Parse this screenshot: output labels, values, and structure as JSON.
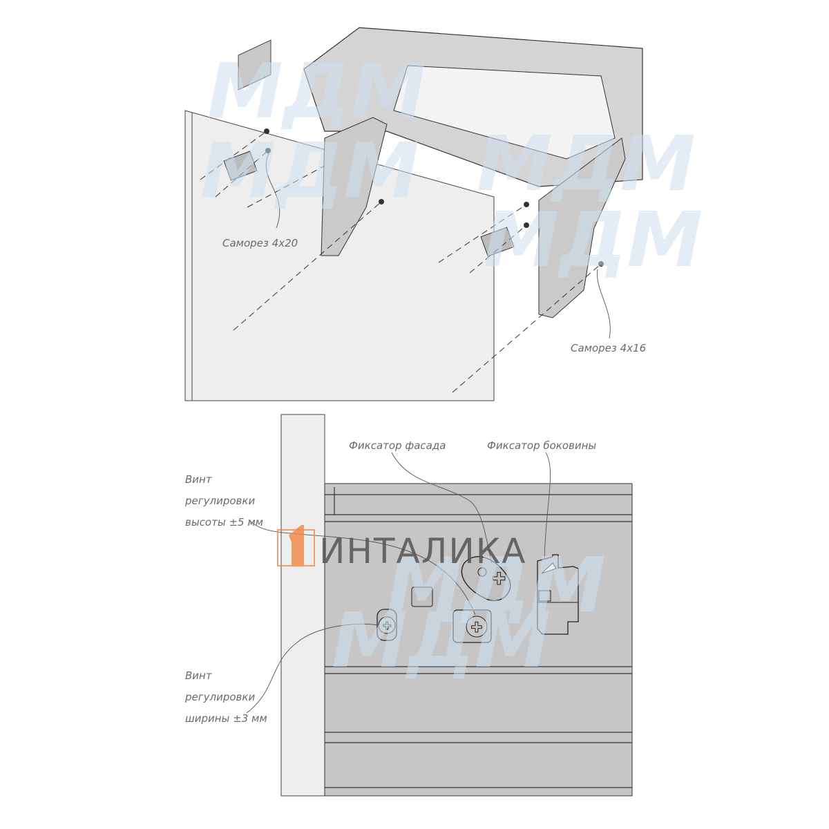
{
  "top_diagram": {
    "label_screw_4x20": "Саморез 4х20",
    "label_screw_4x16": "Саморез 4х16"
  },
  "bottom_diagram": {
    "label_facade_lock": "Фиксатор фасада",
    "label_side_lock": "Фиксатор боковины",
    "height_screw": [
      "Винт",
      "регулировки",
      "высоты ±5 мм"
    ],
    "width_screw": [
      "Винт",
      "регулировки",
      "ширины ±3 мм"
    ]
  },
  "branding": {
    "logo_text": "ИНТАЛИКА",
    "watermark_text": "МДМ",
    "logo_color": "#f08a4b"
  }
}
